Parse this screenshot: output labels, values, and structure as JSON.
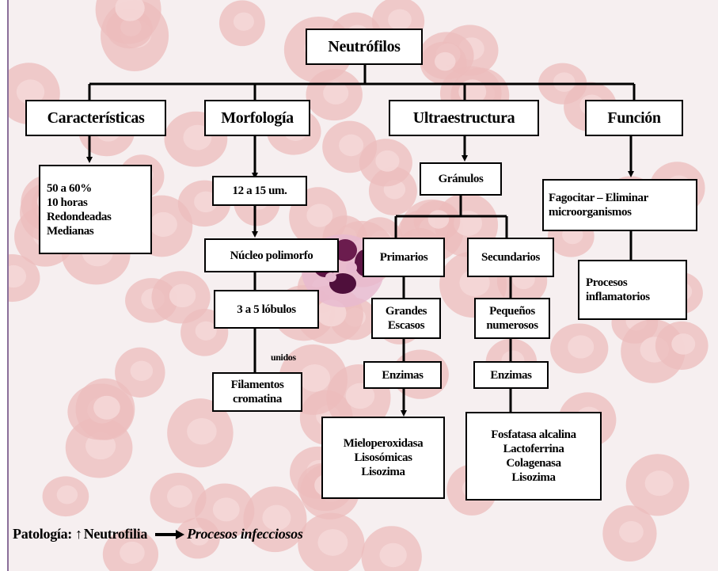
{
  "title": "Neutrófilos",
  "categories": {
    "caracteristicas": "Características",
    "morfologia": "Morfología",
    "ultraestructura": "Ultraestructura",
    "funcion": "Función"
  },
  "caracteristicas_box": [
    "50 a 60%",
    "10 horas",
    "Redondeadas",
    "Medianas"
  ],
  "morfologia_items": {
    "size": "12 a 15 um.",
    "nucleo": "Núcleo polimorfo",
    "lobulos": "3 a 5 lóbulos",
    "unidos": "unidos",
    "filamentos": [
      "Filamentos",
      "cromatina"
    ]
  },
  "ultraestructura_items": {
    "granulos": "Gránulos",
    "primarios": "Primarios",
    "secundarios": "Secundarios",
    "primarios_desc": [
      "Grandes",
      "Escasos"
    ],
    "secundarios_desc": [
      "Pequeños",
      "numerosos"
    ],
    "enzimas_1": "Enzimas",
    "enzimas_2": "Enzimas",
    "enzimas_primarios": [
      "Mieloperoxidasa",
      "Lisosómicas",
      "Lisozima"
    ],
    "enzimas_secundarios": [
      "Fosfatasa alcalina",
      "Lactoferrina",
      "Colagenasa",
      "Lisozima"
    ]
  },
  "funcion_items": {
    "fagocitar": [
      "Fagocitar – Eliminar",
      "microorganismos"
    ],
    "procesos": [
      "Procesos",
      "inflamatorios"
    ]
  },
  "legend": {
    "patologia": "Patología:",
    "up_arrow": "↑",
    "neutrofilia": "Neutrofilia",
    "procesos_infecciosos": "Procesos infecciosos"
  },
  "colors": {
    "rbc": "#ecbcbc",
    "rbc_center": "#f5dada",
    "nucleus": "#6b1c4e",
    "lines": "#000000"
  },
  "icons": [
    "down-arrow-icon",
    "right-arrow-icon",
    "up-arrow-icon"
  ]
}
